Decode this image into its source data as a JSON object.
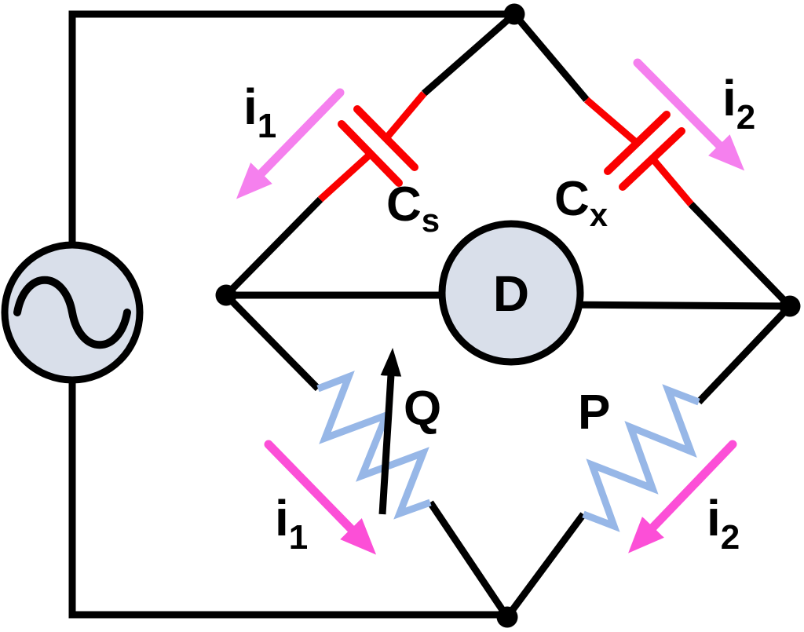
{
  "labels": {
    "current_i1_upper": {
      "base": "i",
      "sub": "1"
    },
    "current_i2_upper": {
      "base": "i",
      "sub": "2"
    },
    "capacitor_standard": {
      "base": "C",
      "sub": "s"
    },
    "capacitor_unknown": {
      "base": "C",
      "sub": "x"
    },
    "detector": "D",
    "resistor_q": "Q",
    "resistor_p": "P",
    "current_i1_lower": {
      "base": "i",
      "sub": "1"
    },
    "current_i2_lower": {
      "base": "i",
      "sub": "2"
    }
  },
  "colors": {
    "background": "#ffffff",
    "wire": "#000000",
    "capacitor": "#fa0000",
    "resistor": "#97b7e7",
    "arrow_violet": "#f580ee",
    "arrow_pink": "#fc4fd7",
    "component_fill": "#d9dfea"
  }
}
